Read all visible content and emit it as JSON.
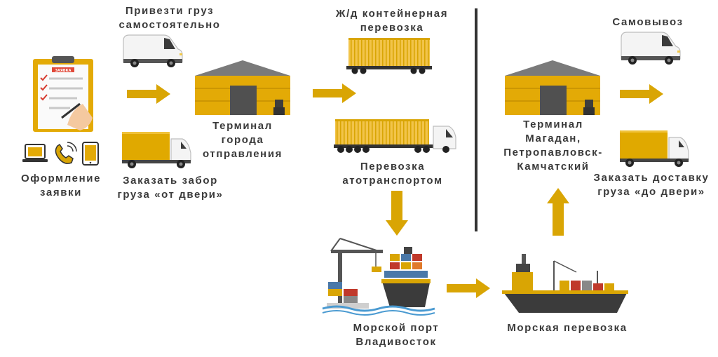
{
  "labels": {
    "self_delivery": [
      "Привезти груз",
      "самостоятельно"
    ],
    "order_pickup": [
      "Заказать забор",
      "груза «от двери»"
    ],
    "application": [
      "Оформление",
      "заявки"
    ],
    "departure_terminal": [
      "Терминал",
      "города",
      "отправления"
    ],
    "rail_transport": [
      "Ж/д контейнерная",
      "перевозка"
    ],
    "road_transport": [
      "Перевозка",
      "атотранспортом"
    ],
    "port": [
      "Морской порт",
      "Владивосток"
    ],
    "sea_transport": [
      "Морская перевозка"
    ],
    "arrival_terminal": [
      "Терминал",
      "Магадан,",
      "Петропавловск-",
      "Камчатский"
    ],
    "self_pickup": [
      "Самовывоз"
    ],
    "order_door_delivery": [
      "Заказать доставку",
      "груза «до двери»"
    ]
  },
  "form_header": "ЗАЯВКА",
  "colors": {
    "accent": "#d9a504",
    "accent_light": "#f1c84a",
    "text": "#3a3a3a",
    "divider": "#333333",
    "dark": "#4a4a4a"
  },
  "icons": [
    "application-form-icon",
    "laptop-icon",
    "phone-icon",
    "tablet-icon",
    "van-icon",
    "truck-icon",
    "warehouse-icon",
    "rail-container-icon",
    "container-truck-icon",
    "port-crane-icon",
    "container-ship-icon",
    "cargo-ship-icon",
    "arrow-icon"
  ]
}
